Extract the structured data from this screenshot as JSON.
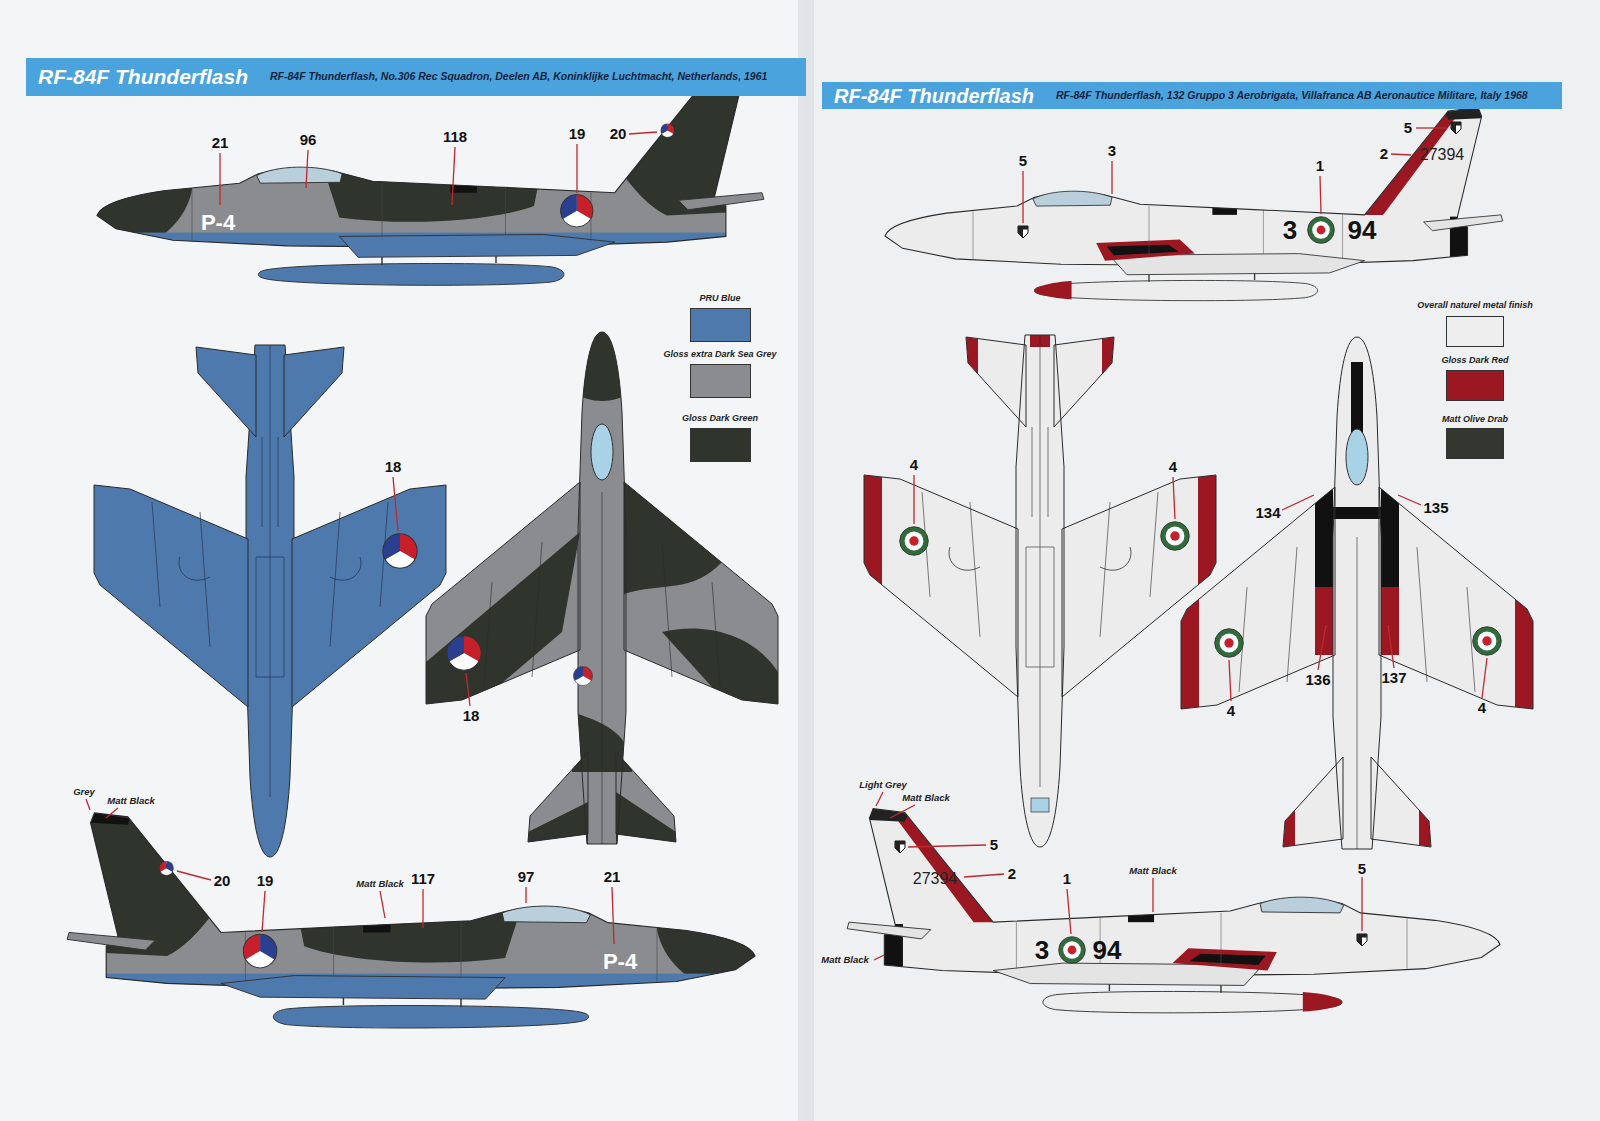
{
  "diagram": {
    "nodes": [
      {
        "text": [
          "RF-84F Thunderflash",
          "RF-84F Thunderflash, No.306 Rec Squadron, Deelen AB, Koninklijke Luchtmacht, Netherlands, 1961"
        ]
      },
      {
        "text": [
          "RF-84F Thunderflash",
          "RF-84F Thunderflash, 132 Gruppo 3 Aerobrigata, Villafranca AB Aeronautice Militare, Italy 1968"
        ]
      }
    ],
    "labels": [
      "21",
      "96",
      "118",
      "19",
      "20",
      "P-4",
      "18",
      "18",
      "Grey",
      "Matt Black",
      "20",
      "19",
      "Matt Black",
      "117",
      "97",
      "21",
      "P-4",
      "5",
      "3",
      "1",
      "5",
      "2",
      "27394",
      "3",
      "94",
      "4",
      "4",
      "134",
      "135",
      "136",
      "137",
      "4",
      "4",
      "Light Grey",
      "Matt Black",
      "5",
      "27394",
      "2",
      "1",
      "Matt Black",
      "5",
      "Matt Black",
      "3",
      "94"
    ],
    "legend": [
      {
        "text": "PRU Blue",
        "color": "#4e79ad"
      },
      {
        "text": "Gloss extra Dark Sea Grey",
        "color": "#8b8c8f"
      },
      {
        "text": "Gloss Dark Green",
        "color": "#2f342d"
      },
      {
        "text": "Overall naturel metal finish",
        "color": "#eeeeee"
      },
      {
        "text": "Gloss Dark Red",
        "color": "#9b1822"
      },
      {
        "text": "Matt Olive Drab",
        "color": "#34372f"
      }
    ]
  }
}
